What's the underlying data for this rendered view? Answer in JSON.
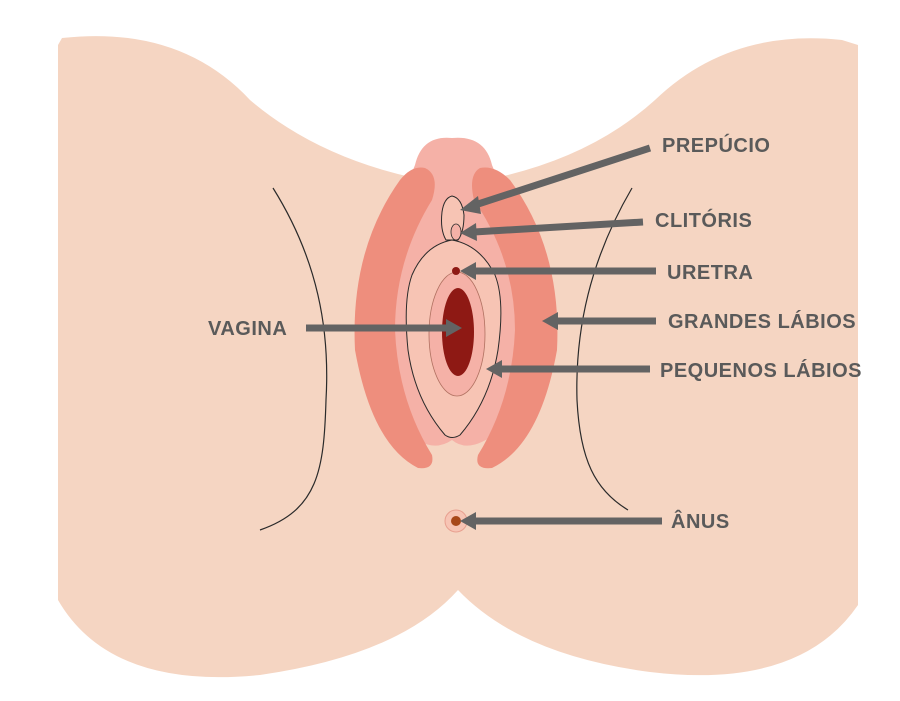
{
  "labels": {
    "prepucio": "PREPÚCIO",
    "clitoris": "CLITÓRIS",
    "uretra": "URETRA",
    "grandes_labios": "GRANDES LÁBIOS",
    "pequenos_labios": "PEQUENOS LÁBIOS",
    "vagina": "VAGINA",
    "anus": "ÂNUS"
  },
  "colors": {
    "skin": "#f5d5c2",
    "labia_majora": "#ee8e7d",
    "labia_inner": "#f5b1a7",
    "labia_minora": "#f7c4b4",
    "opening": "#8e1914",
    "text": "#5a5a5a",
    "arrow": "#636363"
  }
}
